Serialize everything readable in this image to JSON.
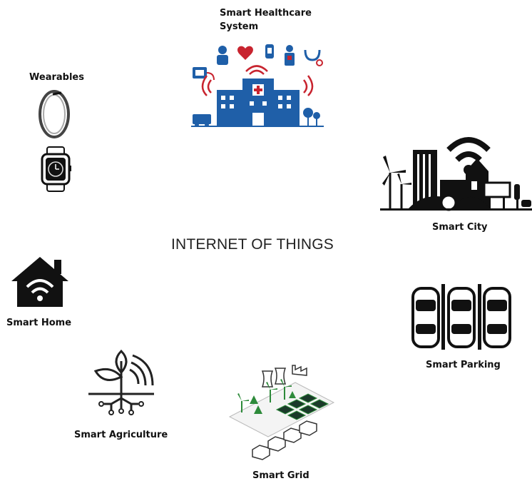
{
  "title": "INTERNET OF THINGS",
  "nodes": {
    "healthcare_line1": "Smart Healthcare",
    "healthcare_line2": "System",
    "wearables": "Wearables",
    "city": "Smart City",
    "home": "Smart Home",
    "parking": "Smart Parking",
    "agriculture": "Smart Agriculture",
    "grid": "Smart Grid"
  },
  "colors": {
    "navy": "#1f5fa8",
    "red": "#c8242f",
    "green": "#2d8a3a",
    "black": "#111111"
  }
}
